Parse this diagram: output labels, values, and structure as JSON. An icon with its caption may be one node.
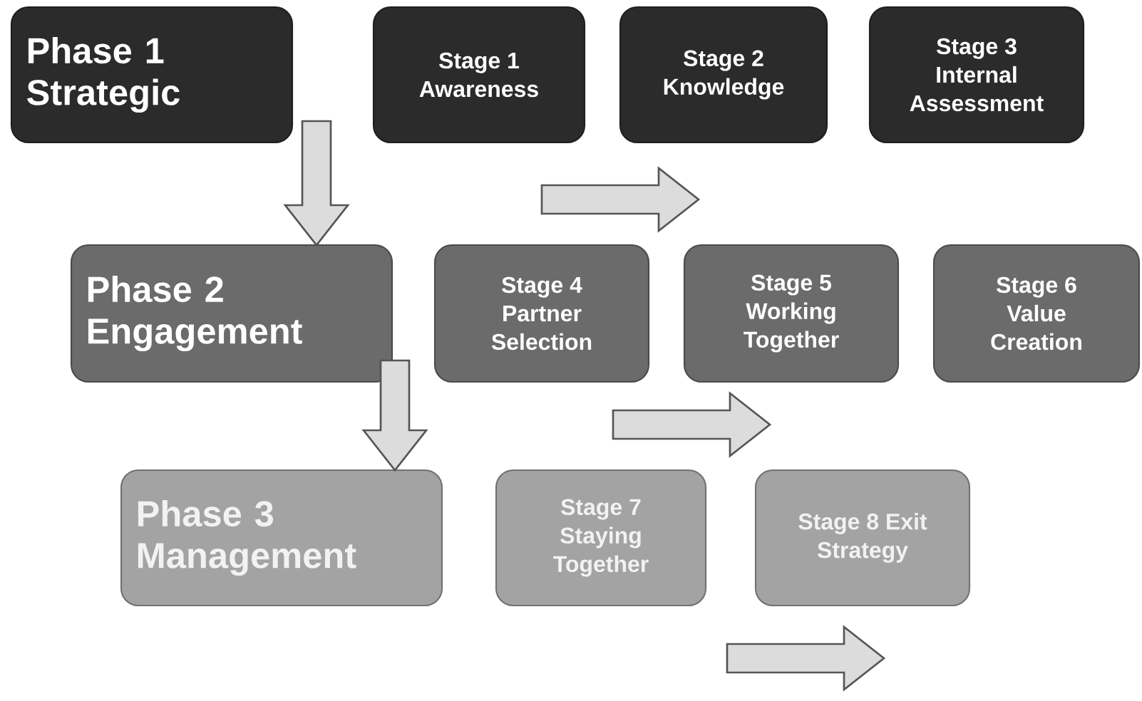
{
  "diagram": {
    "nodes": [
      {
        "text": [
          "Phase 1 Strategic"
        ]
      },
      {
        "text": [
          "Stage 1 Awareness"
        ]
      },
      {
        "text": [
          "Stage 2 Knowledge"
        ]
      },
      {
        "text": [
          "Stage 3 Internal Assessment"
        ]
      },
      {
        "text": [
          "Phase 2 Engagement"
        ]
      },
      {
        "text": [
          "Stage 4 Partner Selection"
        ]
      },
      {
        "text": [
          "Stage 5 Working Together"
        ]
      },
      {
        "text": [
          "Stage 6 Value Creation"
        ]
      },
      {
        "text": [
          "Phase 3 Management"
        ]
      },
      {
        "text": [
          "Stage 7 Staying Together"
        ]
      },
      {
        "text": [
          "Stage 8 Exit Strategy"
        ]
      }
    ],
    "edges": [
      {
        "from": 0,
        "to": 4,
        "arrow": "to"
      },
      {
        "from": 4,
        "to": 8,
        "arrow": "to"
      },
      {
        "from": 1,
        "to": 2,
        "arrow": "to"
      },
      {
        "from": 5,
        "to": 6,
        "arrow": "to"
      },
      {
        "from": 9,
        "to": 10,
        "arrow": "to"
      }
    ]
  }
}
